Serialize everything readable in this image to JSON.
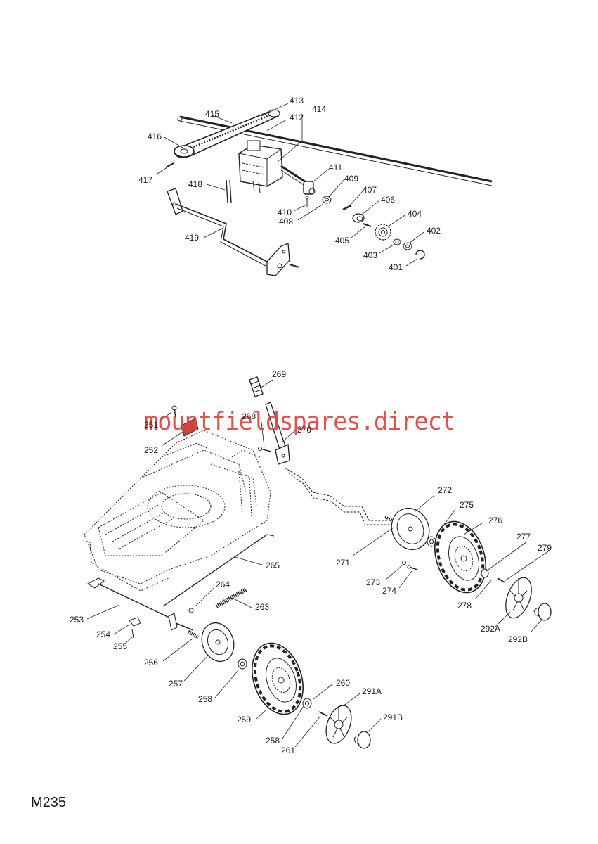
{
  "watermark": "mountfieldspares.direct",
  "page_code": "M235",
  "labels": {
    "l413": "413",
    "l415": "415",
    "l412": "412",
    "l414": "414",
    "l416": "416",
    "l417": "417",
    "l418": "418",
    "l411": "411",
    "l409": "409",
    "l407": "407",
    "l406": "406",
    "l410": "410",
    "l408": "408",
    "l404": "404",
    "l419": "419",
    "l402": "402",
    "l405": "405",
    "l403": "403",
    "l401": "401",
    "l269": "269",
    "l268": "268",
    "l251": "251",
    "l270": "270",
    "l252": "252",
    "l272": "272",
    "l275": "275",
    "l276": "276",
    "l277": "277",
    "l279": "279",
    "l271": "271",
    "l265": "265",
    "l273": "273",
    "l274": "274",
    "l264": "264",
    "l263": "263",
    "l278": "278",
    "l253": "253",
    "l292a": "292A",
    "l292b": "292B",
    "l254": "254",
    "l255": "255",
    "l256": "256",
    "l257": "257",
    "l260": "260",
    "l291a": "291A",
    "l258a": "258",
    "l291b": "291B",
    "l259": "259",
    "l258b": "258",
    "l261": "261"
  }
}
